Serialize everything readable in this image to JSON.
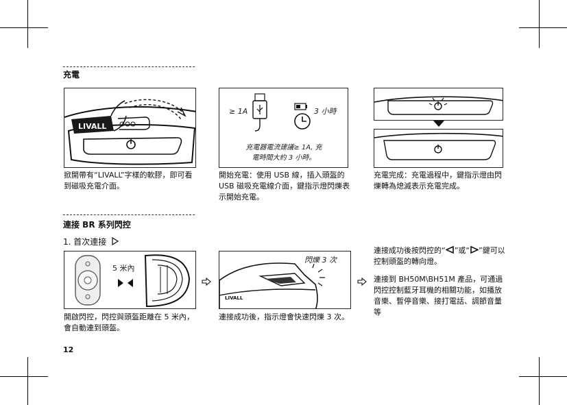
{
  "section_charge": {
    "title": "充電",
    "step1_caption": "掀開帶有“LIVALL”字樣的軟膠，即可看到磁吸充電介面。",
    "step2_caption": "開始充電：使用 USB 線，插入頭盔的 USB 磁吸充電線介面，鍵指示燈閃爍表示開始充電。",
    "step3_caption": "充電完成：充電過程中，鍵指示燈由閃爍轉為熄滅表示充電完成。",
    "illus2_ampere": "≥ 1A",
    "illus2_time": "3 小時",
    "illus2_note_line1": "充電器電流建議≥ 1A, 充",
    "illus2_note_line2": "電時間大約 3 小時。",
    "brand_text": "LIVALL"
  },
  "section_connect": {
    "title": "連接 BR 系列閃控",
    "subtitle": "1. 首次連接",
    "step1_caption": "開啟閃控，閃控與頭盔距離在 5 米內，會自動連到頭盔。",
    "step2_caption": "連接成功後，指示燈會快速閃爍 3 次。",
    "step3_text1_a": "連接成功後按閃控的“",
    "step3_text1_b": "”或“",
    "step3_text1_c": "”鍵可以控制頭盔的轉向燈。",
    "step3_text2": "連接到 BH50M\\BH51M 產品，可通過閃控控制藍牙耳機的相關功能，如播放音樂、暫停音樂、接打電話、調節音量等",
    "illus1_distance": "5 米內",
    "illus2_flash": "閃爍 3 次",
    "brand_text": "LIVALL"
  },
  "page_number": "12"
}
